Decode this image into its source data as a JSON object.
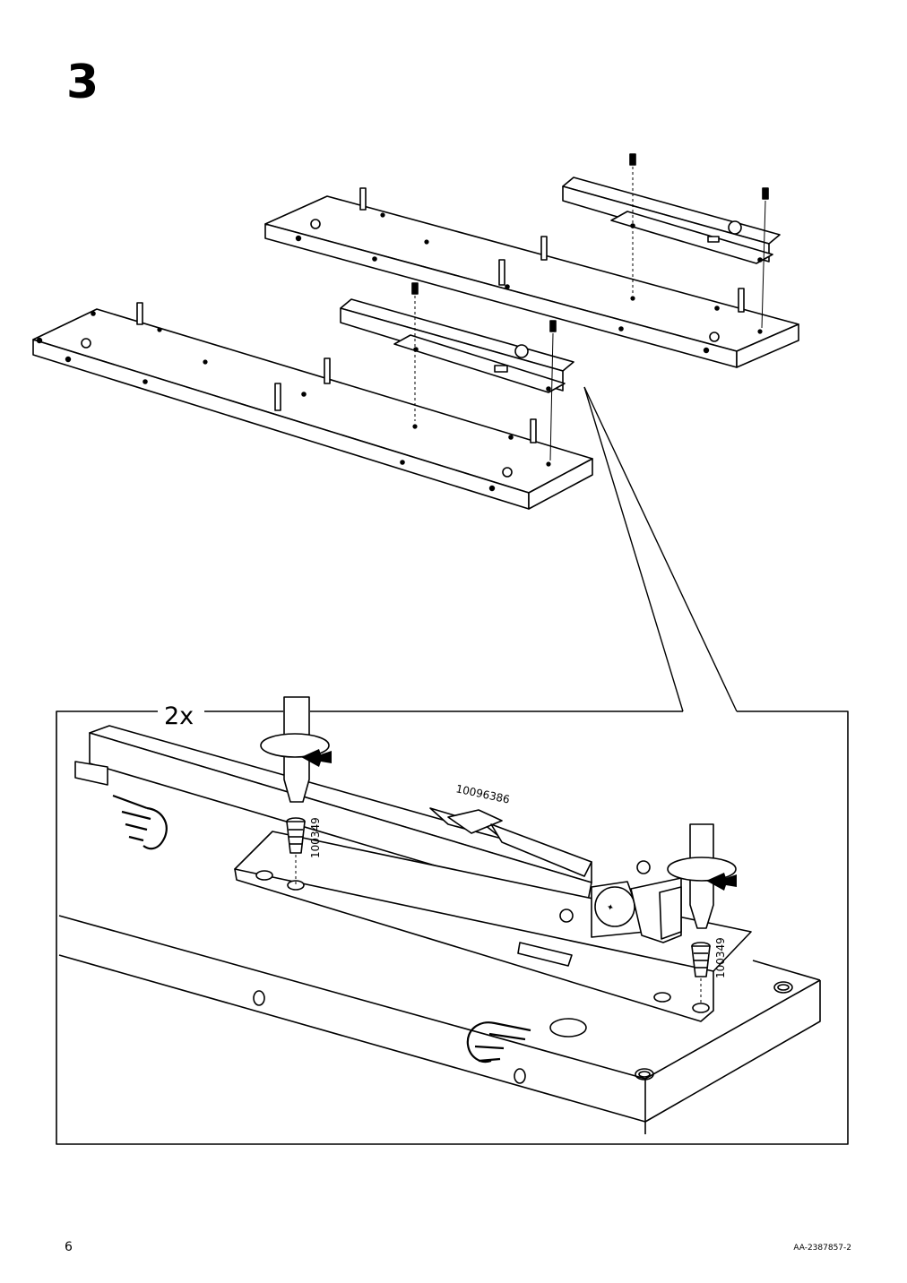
{
  "step": {
    "number": "3"
  },
  "detail": {
    "quantity": "2x",
    "drawer_slide_part": "10096386",
    "screw_part_left": "100349",
    "screw_part_right": "100349"
  },
  "footer": {
    "page_number": "6",
    "document_code": "AA-2387857-2"
  }
}
